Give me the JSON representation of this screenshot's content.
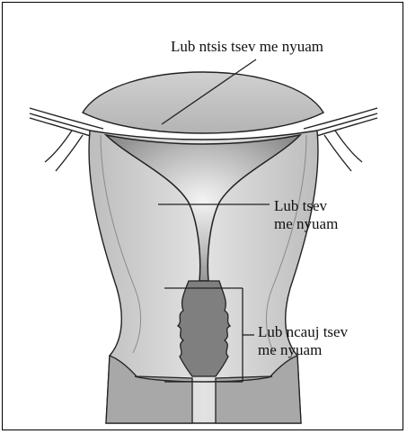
{
  "labels": {
    "top": {
      "line1": "Lub ntsis tsev me nyuam"
    },
    "middle": {
      "line1": "Lub tsev",
      "line2": "me nyuam"
    },
    "bottom": {
      "line1": "Lub ncauj tsev",
      "line2": "me nyuam"
    }
  }
}
